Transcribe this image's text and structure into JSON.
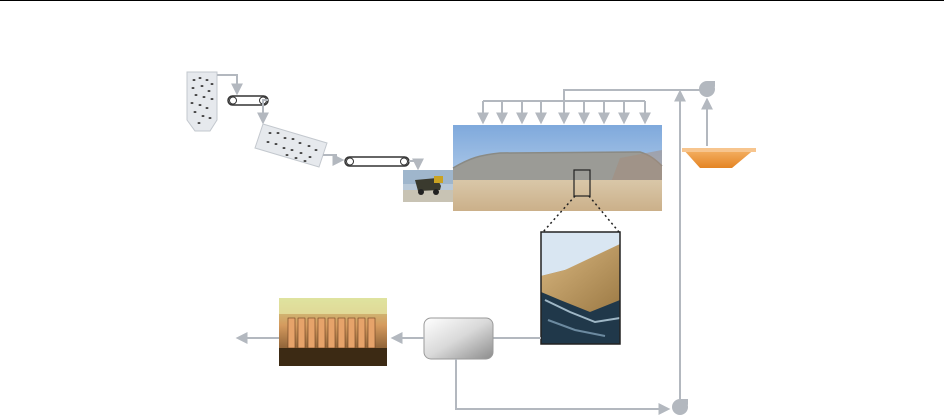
{
  "diagram": {
    "colors": {
      "flow_line": "#b3b8bf",
      "tank_orange": "#f4a34b",
      "tank_orange_dark": "#e07f1f",
      "box_gray": "#c7c7c7",
      "sky_blue": "#9ec2e8",
      "heap_gray": "#9a9a95",
      "ground_tan": "#d7c2a2",
      "slope_tan": "#c9a56a",
      "water_dark": "#1f3b4d",
      "cells_orange": "#d5824a",
      "cells_green": "#6a7a2c"
    },
    "icons": [
      "crushed-ore-bin-icon",
      "conveyor-belt-icon",
      "agglomerator-drum-icon",
      "haul-truck-icon",
      "heap-leach-pad-photo",
      "solution-tank-icon",
      "pump-icon",
      "leach-slope-closeup-photo",
      "solvent-extraction-box",
      "electrowinning-cells-photo"
    ]
  }
}
